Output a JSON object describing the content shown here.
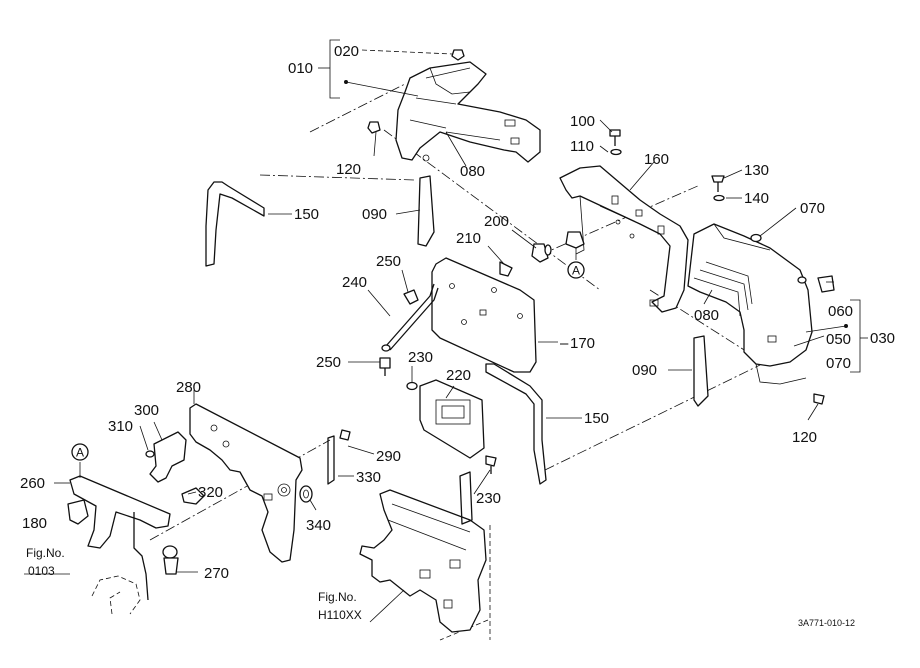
{
  "labels": {
    "p010": "010",
    "p020": "020",
    "p030": "030",
    "p050": "050",
    "p060": "060",
    "p070a": "070",
    "p070b": "070",
    "p080a": "080",
    "p080b": "080",
    "p090a": "090",
    "p090b": "090",
    "p100": "100",
    "p110": "110",
    "p120a": "120",
    "p120b": "120",
    "p130": "130",
    "p140": "140",
    "p150a": "150",
    "p150b": "150",
    "p160": "160",
    "p170": "170",
    "p180": "180",
    "p200": "200",
    "p210": "210",
    "p220": "220",
    "p230a": "230",
    "p230b": "230",
    "p240": "240",
    "p250a": "250",
    "p250b": "250",
    "p260": "260",
    "p270": "270",
    "p280": "280",
    "p290": "290",
    "p300": "300",
    "p310": "310",
    "p320": "320",
    "p330": "330",
    "p340": "340"
  },
  "callouts": {
    "ref_a1": "A",
    "ref_a2": "A"
  },
  "figure_refs": {
    "fig1_line1": "Fig.No.",
    "fig1_line2": "0103",
    "fig2_line1": "Fig.No.",
    "fig2_line2": "H110XX"
  },
  "drawing_code": "3A771-010-12"
}
